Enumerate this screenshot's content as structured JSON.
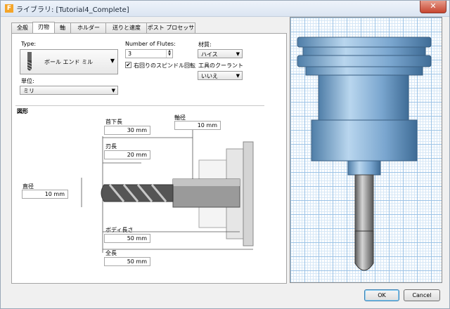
{
  "window": {
    "title": "ライブラリ: [Tutorial4_Complete]",
    "close_glyph": "✕"
  },
  "tabs": [
    "全般",
    "刃物",
    "軸",
    "ホルダー",
    "送りと速度",
    "ポスト プロセッサ"
  ],
  "active_tab": "刃物",
  "type": {
    "label": "Type:",
    "value": "ボール エンド ミル"
  },
  "flutes": {
    "label": "Number of Flutes:",
    "value": "3"
  },
  "spindle": {
    "label": "右回りのスピンドル回転",
    "checked": true,
    "mark": "✔"
  },
  "material": {
    "label": "材質:",
    "value": "ハイス"
  },
  "coolant": {
    "label": "工具のクーラント",
    "value": "いいえ"
  },
  "units": {
    "label": "単位:",
    "value": "ミリ"
  },
  "shape": {
    "heading": "図形"
  },
  "dimensions": {
    "neck_length": {
      "label": "首下長",
      "value": "30 mm"
    },
    "shaft_diameter": {
      "label": "軸径",
      "value": "10 mm"
    },
    "flute_length": {
      "label": "刃長",
      "value": "20 mm"
    },
    "diameter": {
      "label": "直径",
      "value": "10 mm"
    },
    "body_length": {
      "label": "ボディ長さ",
      "value": "50 mm"
    },
    "overall_length": {
      "label": "全長",
      "value": "50 mm"
    }
  },
  "buttons": {
    "ok": "OK",
    "cancel": "Cancel"
  },
  "colors": {
    "accent": "#3c7fb1",
    "holder": "#7fa9cf",
    "tool": "#8a8a8a"
  }
}
